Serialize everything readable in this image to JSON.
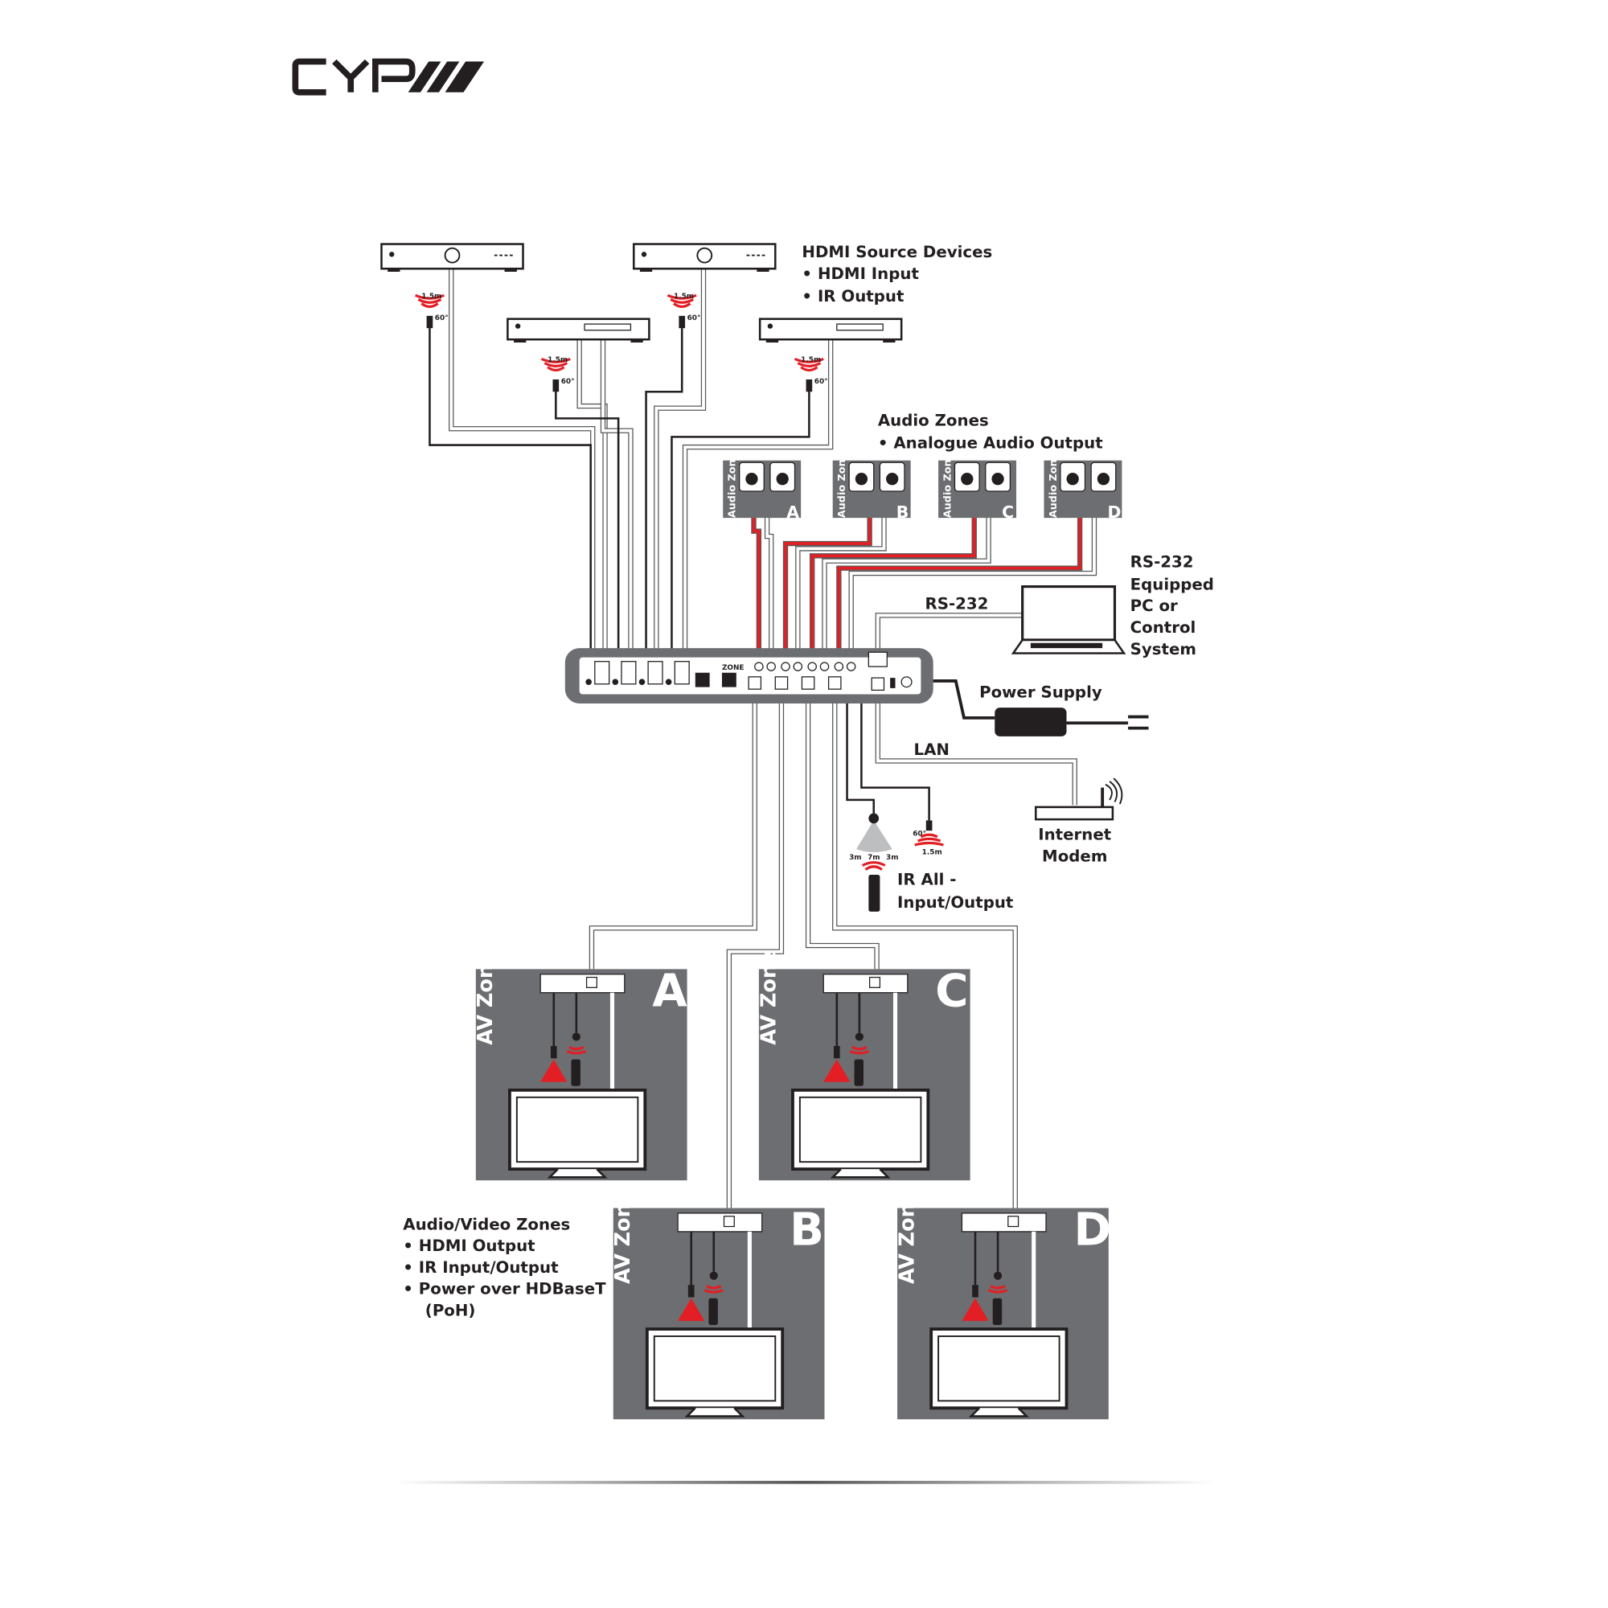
{
  "logo": {
    "text": "CYP"
  },
  "sources": {
    "title": "HDMI Source Devices",
    "bullets": [
      "• HDMI Input",
      "• IR Output"
    ],
    "ir_range": "1.5m",
    "ir_angle": "60°"
  },
  "audio_zones": {
    "title": "Audio Zones",
    "bullet": "•  Analogue Audio Output",
    "zone_label": "Audio Zone",
    "letters": [
      "A",
      "B",
      "C",
      "D"
    ]
  },
  "hub": {
    "zone_label": "ZONE"
  },
  "rs232": {
    "cable_label": "RS-232",
    "device_label": [
      "RS-232",
      "Equipped",
      "PC or",
      "Control",
      "System"
    ]
  },
  "power": {
    "label": "Power Supply"
  },
  "lan": {
    "label": "LAN",
    "device_label": [
      "Internet",
      "Modem"
    ]
  },
  "ir_all": {
    "label": [
      "IR All -",
      "Input/Output"
    ],
    "ranges": [
      "3m",
      "7m",
      "3m"
    ],
    "emitter_angle": "60°",
    "emitter_range": "1.5m"
  },
  "av_zones": {
    "title": "Audio/Video Zones",
    "bullets": [
      "•  HDMI Output",
      "•  IR Input/Output",
      "•  Power over HDBaseT",
      "    (PoH)"
    ],
    "zone_label": "AV Zone",
    "letters": [
      "A",
      "C",
      "B",
      "D"
    ]
  },
  "colors": {
    "panel_gray": "#6d6e71",
    "ir_red": "#e31e24",
    "ink": "#231f20"
  }
}
